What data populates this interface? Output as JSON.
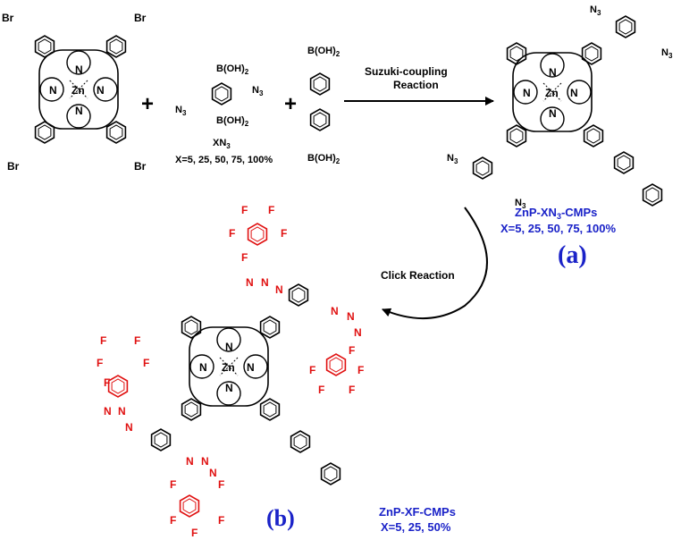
{
  "colors": {
    "bond": "#000000",
    "label_blue": "#1a22c8",
    "fluoro_red": "#e01010"
  },
  "reaction_1": {
    "line1": "Suzuki-coupling",
    "line2": "Reaction"
  },
  "reaction_2": {
    "label": "Click Reaction"
  },
  "plus": "+",
  "atoms": {
    "br": "Br",
    "zn": "Zn",
    "n": "N",
    "f": "F"
  },
  "reagents": {
    "boronic": "B(OH)",
    "boronic_sub": "2",
    "azide": "N",
    "azide_sub": "3",
    "xn3_label": "XN",
    "xn3_sub": "3",
    "x_values": "X=5, 25, 50, 75, 100%"
  },
  "product_a": {
    "name_prefix": "ZnP-XN",
    "name_sub": "3",
    "name_suffix": "-CMPs",
    "x_values": "X=5, 25, 50, 75, 100%",
    "tag": "(a)"
  },
  "product_b": {
    "name": "ZnP-XF-CMPs",
    "x_values": "X=5, 25, 50%",
    "tag": "(b)"
  }
}
